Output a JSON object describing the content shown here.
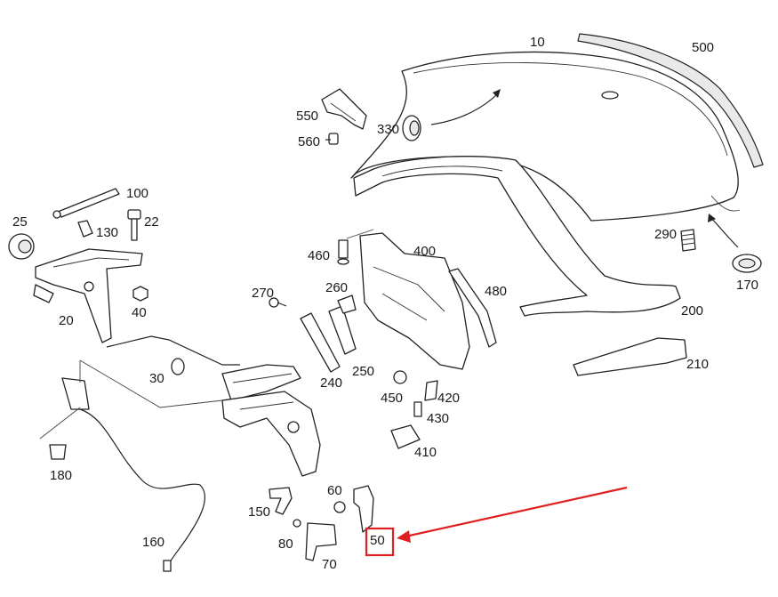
{
  "diagram": {
    "callouts": [
      {
        "id": "10",
        "text": "10"
      },
      {
        "id": "500",
        "text": "500"
      },
      {
        "id": "550",
        "text": "550"
      },
      {
        "id": "560",
        "text": "560"
      },
      {
        "id": "330",
        "text": "330"
      },
      {
        "id": "100",
        "text": "100"
      },
      {
        "id": "25",
        "text": "25"
      },
      {
        "id": "130",
        "text": "130"
      },
      {
        "id": "22",
        "text": "22"
      },
      {
        "id": "290",
        "text": "290"
      },
      {
        "id": "400",
        "text": "400"
      },
      {
        "id": "460",
        "text": "460"
      },
      {
        "id": "170",
        "text": "170"
      },
      {
        "id": "480",
        "text": "480"
      },
      {
        "id": "270",
        "text": "270"
      },
      {
        "id": "260",
        "text": "260"
      },
      {
        "id": "200",
        "text": "200"
      },
      {
        "id": "20",
        "text": "20"
      },
      {
        "id": "40",
        "text": "40"
      },
      {
        "id": "210",
        "text": "210"
      },
      {
        "id": "30",
        "text": "30"
      },
      {
        "id": "250",
        "text": "250"
      },
      {
        "id": "240",
        "text": "240"
      },
      {
        "id": "450",
        "text": "450"
      },
      {
        "id": "420",
        "text": "420"
      },
      {
        "id": "430",
        "text": "430"
      },
      {
        "id": "410",
        "text": "410"
      },
      {
        "id": "180",
        "text": "180"
      },
      {
        "id": "60",
        "text": "60"
      },
      {
        "id": "150",
        "text": "150"
      },
      {
        "id": "50",
        "text": "50"
      },
      {
        "id": "80",
        "text": "80"
      },
      {
        "id": "160",
        "text": "160"
      },
      {
        "id": "70",
        "text": "70"
      }
    ],
    "highlight": {
      "label": "50",
      "color": "#e02020"
    },
    "colors": {
      "ink": "#222222",
      "highlight": "#e02020"
    }
  }
}
